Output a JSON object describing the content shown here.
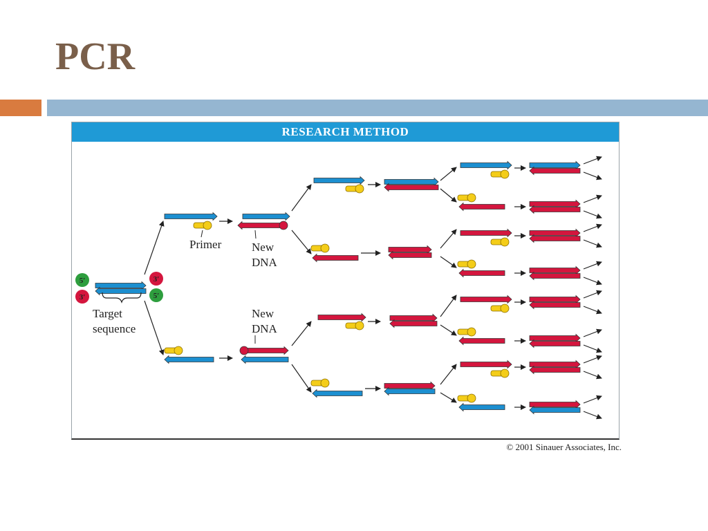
{
  "slide": {
    "title": "PCR"
  },
  "figure": {
    "header": "RESEARCH METHOD",
    "labels": {
      "five_prime": "5′",
      "three_prime": "3′",
      "target_line1": "Target",
      "target_line2": "sequence",
      "primer": "Primer",
      "new1": "New",
      "dna1": "DNA",
      "new2": "New",
      "dna2": "DNA"
    },
    "colors": {
      "template": "#1c8fd0",
      "new_strand": "#d4163e",
      "primer": "#f4cd19",
      "end_5": "#2e9e3e",
      "end_3": "#d4163e",
      "header": "#1f9ad6"
    }
  },
  "footer": {
    "credit": "© 2001 Sinauer Associates, Inc."
  }
}
